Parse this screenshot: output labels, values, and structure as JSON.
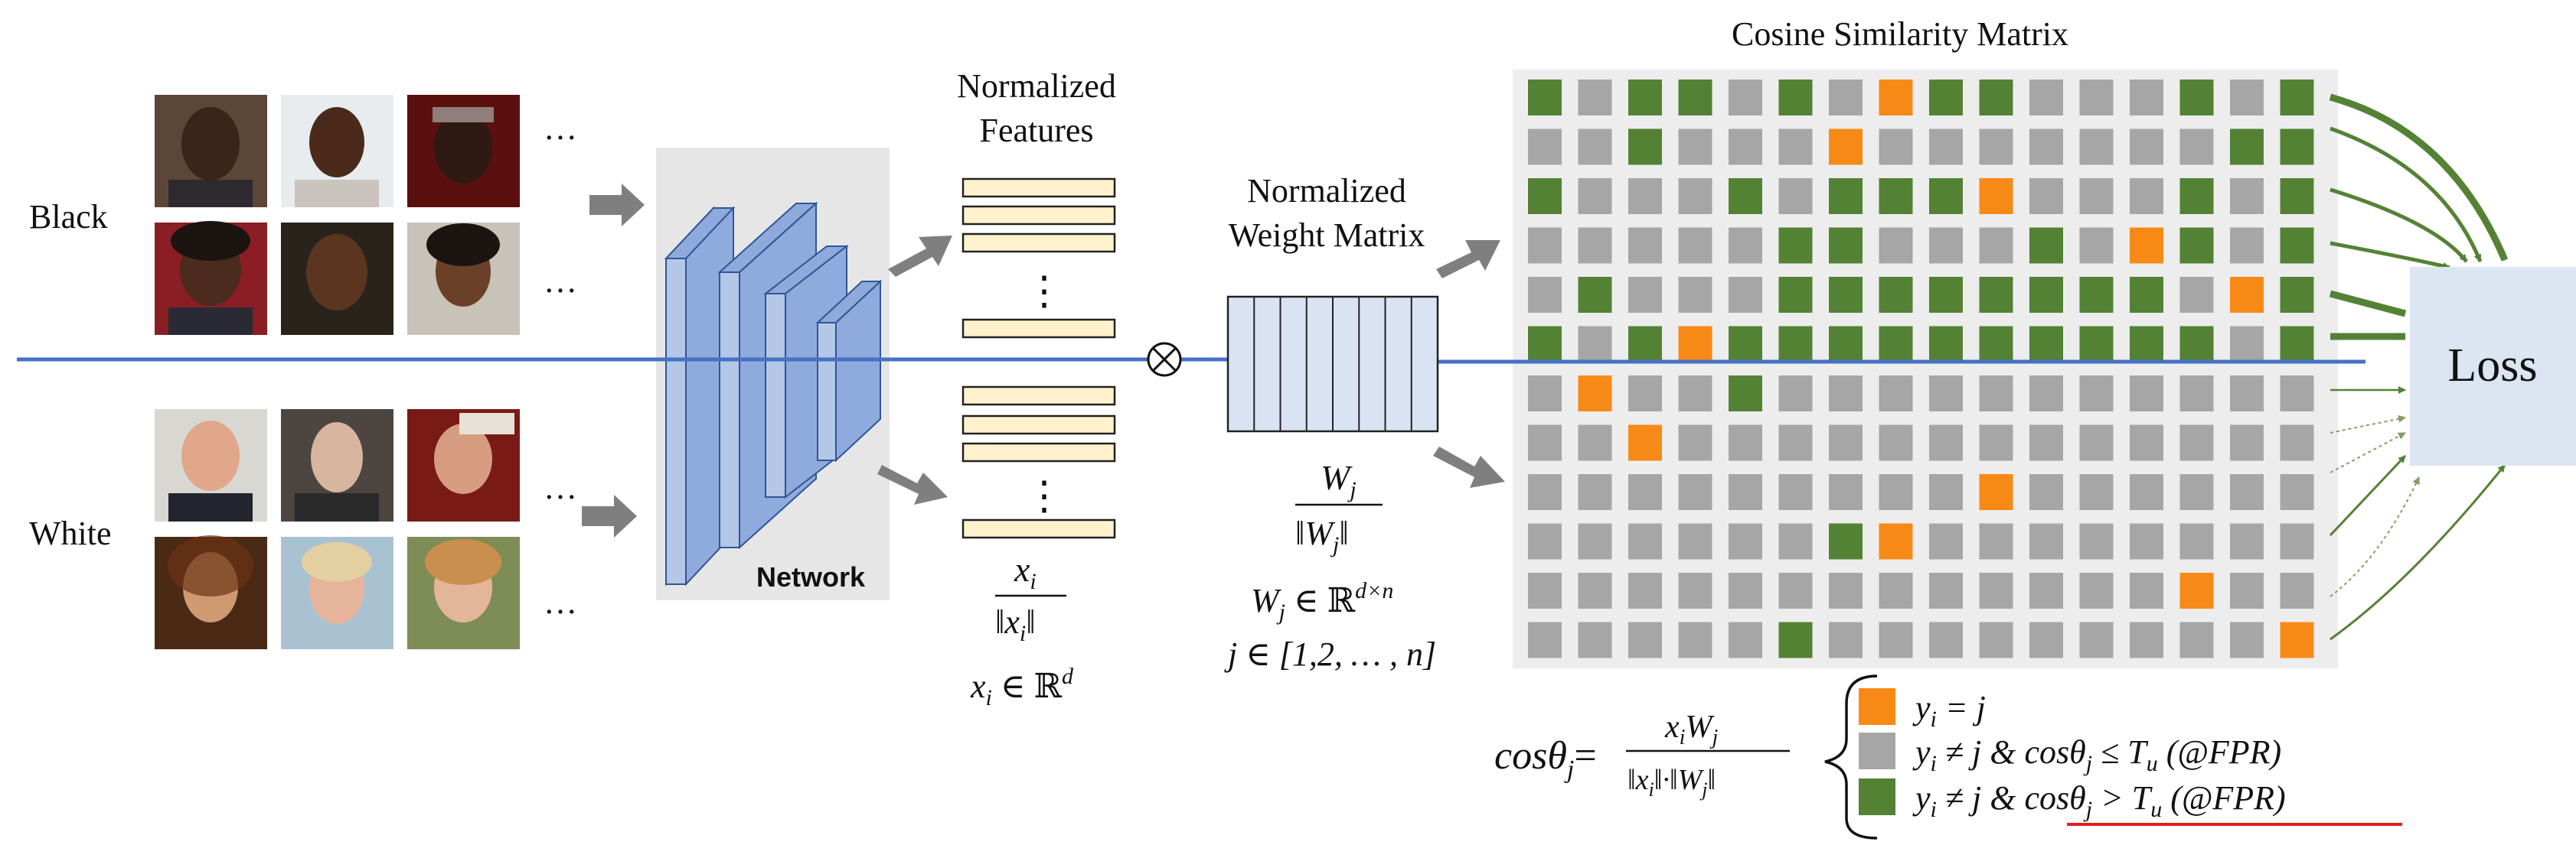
{
  "groups": {
    "black_label": "Black",
    "white_label": "White",
    "ellipsis": "…"
  },
  "network": {
    "label": "Network"
  },
  "features": {
    "title_line1": "Normalized",
    "title_line2": "Features",
    "vdots": "⋮",
    "frac_num": "x",
    "frac_num_sub": "i",
    "frac_den": "‖x",
    "frac_den_sub": "i",
    "frac_den_end": "‖",
    "domain": "x",
    "domain_sub": "i",
    "domain_rest": " ∈ ℝ",
    "domain_sup": "d"
  },
  "operator": {
    "symbol": "⊗"
  },
  "weights": {
    "title_line1": "Normalized",
    "title_line2": "Weight Matrix",
    "frac_num": "W",
    "frac_num_sub": "j",
    "frac_den": "‖W",
    "frac_den_sub": "j",
    "frac_den_end": "‖",
    "domain1": "W",
    "domain1_sub": "j",
    "domain1_rest": " ∈ ℝ",
    "domain1_sup": "d×n",
    "domain2": "j ∈ [1,2, … , n]"
  },
  "matrix": {
    "title": "Cosine Similarity Matrix",
    "colors": {
      "orange": "#F78A16",
      "gray": "#A6A6A6",
      "green": "#548235",
      "background": "#EDEDED"
    },
    "rows": [
      "GgGGgGgOGGgggGgG",
      "ggGgggOgggggggGG",
      "GgggGgGGGOgggGgG",
      "gggggGGgggGgOGgG",
      "gGgggGGGGGGGGgOG",
      "GgGOGGGGGGGGGGgG",
      "gOggGggggggggggg",
      "ggOggggggggggggg",
      "gggggggggOgggggg",
      "ggggggGOgggggggg",
      "gggggggggggggOgg",
      "gggggGgggggggggO"
    ]
  },
  "loss": {
    "label": "Loss",
    "color": "#DCE6F2"
  },
  "formula": {
    "lhs": "cosθ",
    "lhs_sub": "j",
    "equals": "=",
    "num": "x",
    "num_sub1": "i",
    "num_mid": "W",
    "num_sub2": "j",
    "den": "‖x",
    "den_sub1": "i",
    "den_mid": "‖·‖W",
    "den_sub2": "j",
    "den_end": "‖"
  },
  "legend": [
    {
      "color": "orange",
      "y": "y",
      "y_sub": "i",
      "text": " = j"
    },
    {
      "color": "gray",
      "y": "y",
      "y_sub": "i",
      "text": " ≠ j  &  ",
      "cos": "cosθ",
      "cos_sub": "j",
      "rel": " ≤ T",
      "t_sub": "u",
      "tail": " (@FPR)"
    },
    {
      "color": "green",
      "y": "y",
      "y_sub": "i",
      "text": " ≠ j  &  ",
      "cos": "cosθ",
      "cos_sub": "j",
      "rel": " > T",
      "t_sub": "u",
      "tail": " (@FPR)"
    }
  ]
}
